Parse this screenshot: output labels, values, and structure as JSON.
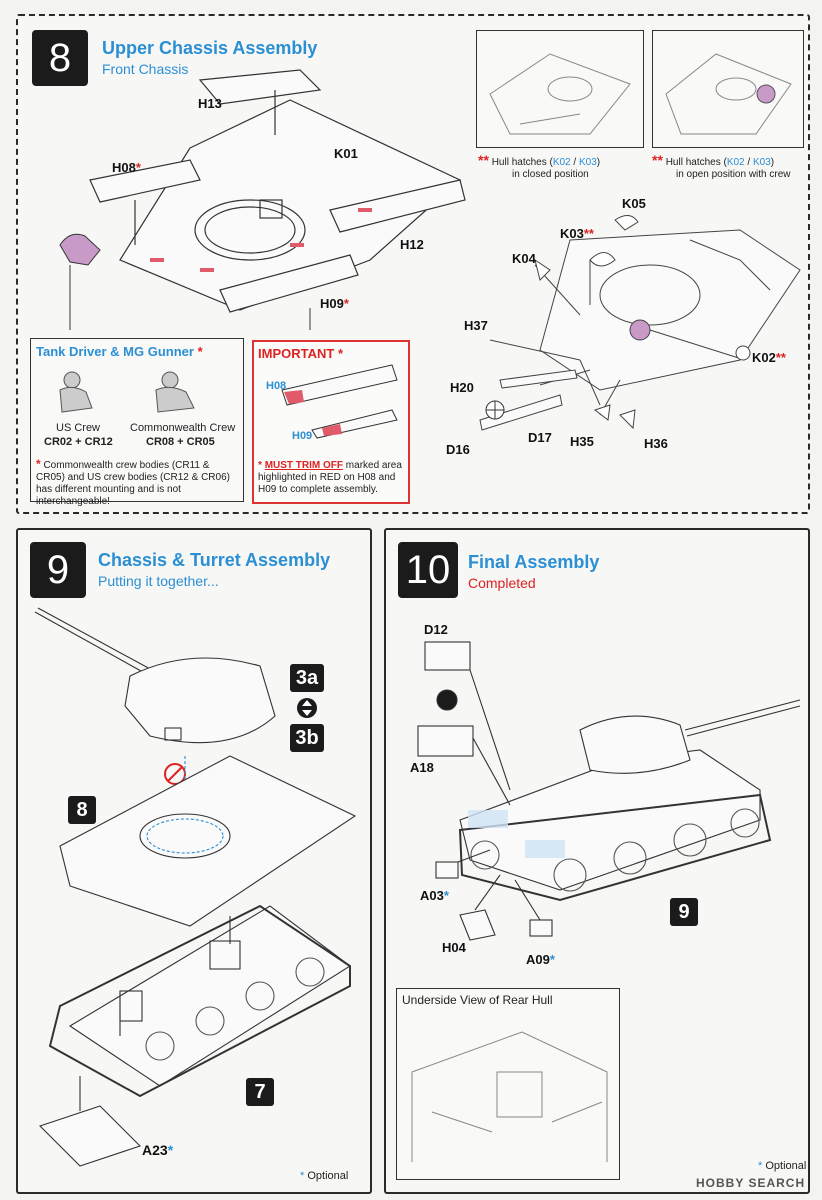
{
  "step8": {
    "number": "8",
    "title": "Upper Chassis Assembly",
    "subtitle": "Front Chassis",
    "parts": [
      "H13",
      "H08",
      "K01",
      "H12",
      "H09",
      "K05",
      "K03",
      "K04",
      "H37",
      "H20",
      "D16",
      "D17",
      "H35",
      "H36",
      "K02"
    ],
    "hatch_closed": {
      "stars": "**",
      "text1": "Hull hatches (",
      "k02": "K02",
      "sep": " / ",
      "k03": "K03",
      "text2": ")",
      "line2": "in closed position"
    },
    "hatch_open": {
      "stars": "**",
      "text1": "Hull hatches (",
      "k02": "K02",
      "sep": " / ",
      "k03": "K03",
      "text2": ")",
      "line2": "in open position with crew"
    },
    "crew_box": {
      "title": "Tank Driver & MG Gunner",
      "star": "*",
      "us_label": "US Crew",
      "us_parts": "CR02 + CR12",
      "cw_label": "Commonwealth Crew",
      "cw_parts": "CR08 + CR05",
      "note_star": "*",
      "note": "Commonwealth crew bodies (CR11 & CR05) and US crew bodies (CR12 & CR06) has different mounting and is not interchangeable!"
    },
    "important_box": {
      "title": "IMPORTANT",
      "star": "*",
      "h08": "H08",
      "h09": "H09",
      "note_star": "*",
      "note_red": "MUST TRIM OFF",
      "note_rest": "marked area highlighted in RED on H08 and H09 to complete assembly."
    }
  },
  "step9": {
    "number": "9",
    "title": "Chassis & Turret Assembly",
    "subtitle": "Putting it together...",
    "ref_3a": "3a",
    "ref_3b": "3b",
    "ref_8": "8",
    "ref_7": "7",
    "part": "A23",
    "star": "*",
    "optional": "Optional"
  },
  "step10": {
    "number": "10",
    "title": "Final Assembly",
    "subtitle": "Completed",
    "parts": [
      "D12",
      "A18",
      "A03",
      "H04",
      "A09"
    ],
    "ref_9": "9",
    "underside": "Underside View of Rear Hull",
    "optional": "Optional"
  },
  "watermark": "HOBBY SEARCH",
  "colors": {
    "accent": "#2b8fd4",
    "red": "#d22222",
    "dark": "#1b1b1b"
  }
}
